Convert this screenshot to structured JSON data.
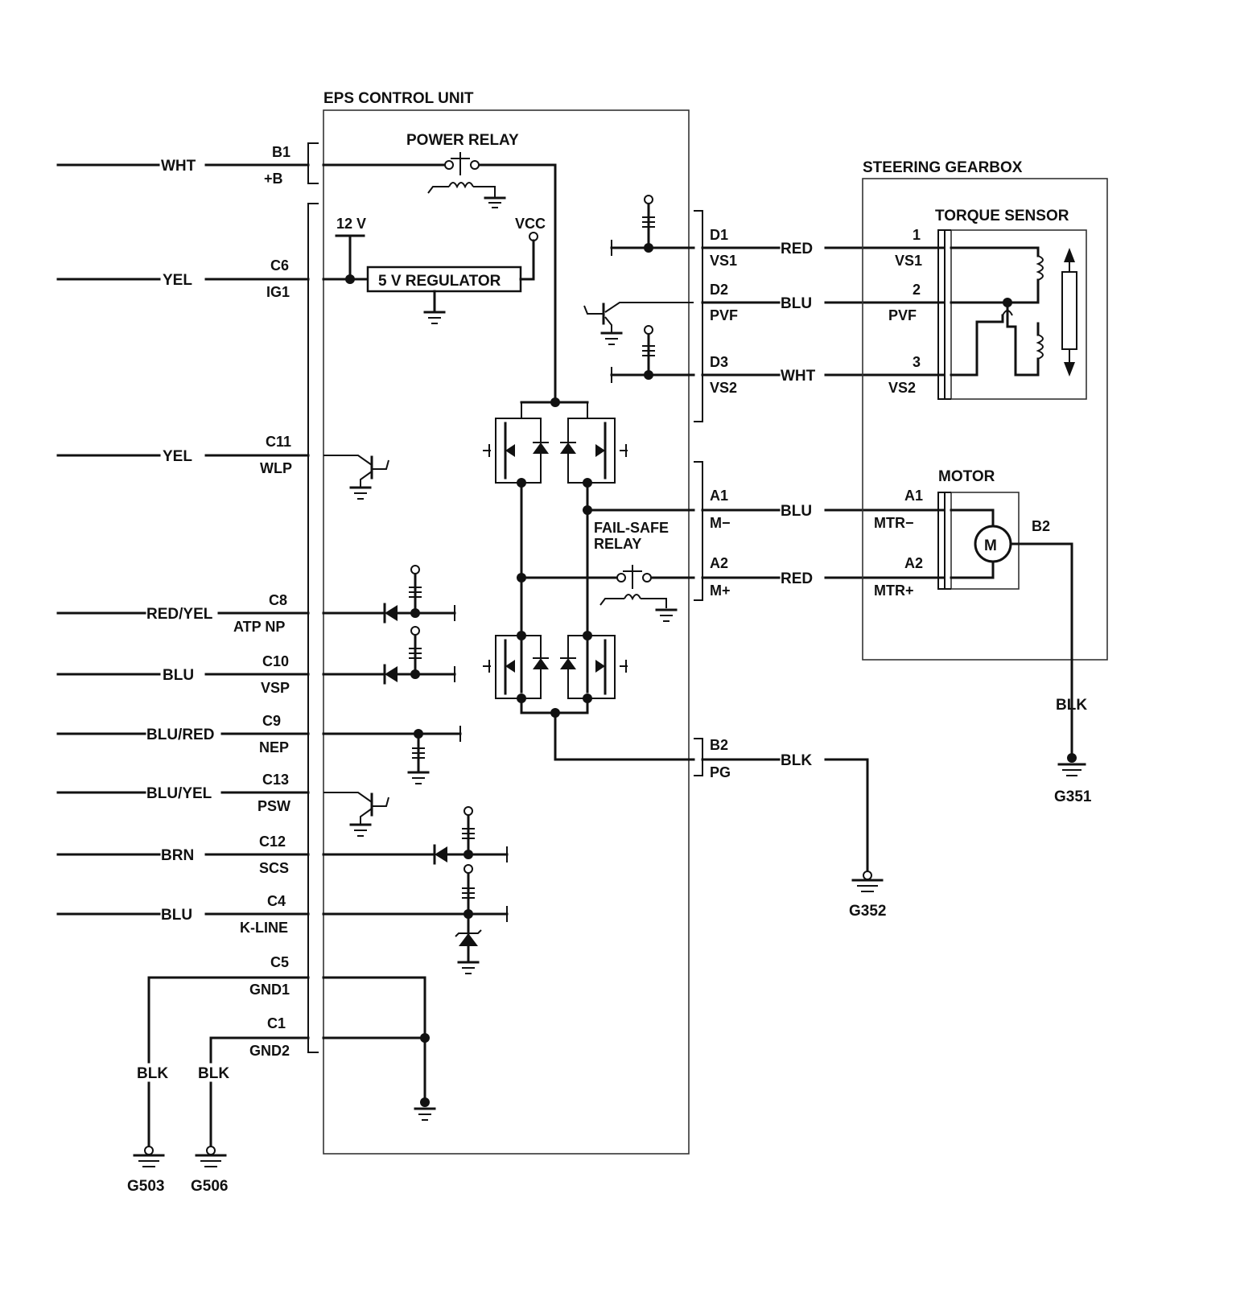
{
  "units": {
    "eps_control_unit": "EPS CONTROL UNIT",
    "power_relay": "POWER RELAY",
    "regulator": "5 V REGULATOR",
    "v12": "12 V",
    "vcc": "VCC",
    "fail_safe_relay_line1": "FAIL-SAFE",
    "fail_safe_relay_line2": "RELAY",
    "steering_gearbox": "STEERING GEARBOX",
    "torque_sensor": "TORQUE SENSOR",
    "motor": "MOTOR",
    "motor_symbol": "M"
  },
  "left_connectors": [
    {
      "wire": "WHT",
      "pin": "B1",
      "signal": "+B"
    },
    {
      "wire": "YEL",
      "pin": "C6",
      "signal": "IG1"
    },
    {
      "wire": "YEL",
      "pin": "C11",
      "signal": "WLP"
    },
    {
      "wire": "RED/YEL",
      "pin": "C8",
      "signal": "ATP NP"
    },
    {
      "wire": "BLU",
      "pin": "C10",
      "signal": "VSP"
    },
    {
      "wire": "BLU/RED",
      "pin": "C9",
      "signal": "NEP"
    },
    {
      "wire": "BLU/YEL",
      "pin": "C13",
      "signal": "PSW"
    },
    {
      "wire": "BRN",
      "pin": "C12",
      "signal": "SCS"
    },
    {
      "wire": "BLU",
      "pin": "C4",
      "signal": "K-LINE"
    },
    {
      "wire": "BLK",
      "pin": "C5",
      "signal": "GND1",
      "ground": "G503"
    },
    {
      "wire": "BLK",
      "pin": "C1",
      "signal": "GND2",
      "ground": "G506"
    }
  ],
  "right_connectors": [
    {
      "pin": "D1",
      "signal": "VS1",
      "wire": "RED",
      "gear_pin": "1",
      "gear_signal": "VS1"
    },
    {
      "pin": "D2",
      "signal": "PVF",
      "wire": "BLU",
      "gear_pin": "2",
      "gear_signal": "PVF"
    },
    {
      "pin": "D3",
      "signal": "VS2",
      "wire": "WHT",
      "gear_pin": "3",
      "gear_signal": "VS2"
    },
    {
      "pin": "A1",
      "signal": "M−",
      "wire": "BLU",
      "gear_pin": "A1",
      "gear_signal": "MTR−"
    },
    {
      "pin": "A2",
      "signal": "M+",
      "wire": "RED",
      "gear_pin": "A2",
      "gear_signal": "MTR+"
    },
    {
      "pin": "B2",
      "signal": "PG",
      "wire": "BLK",
      "ground": "G352"
    }
  ],
  "motor_ground": {
    "pin": "B2",
    "wire": "BLK",
    "ground": "G351"
  }
}
